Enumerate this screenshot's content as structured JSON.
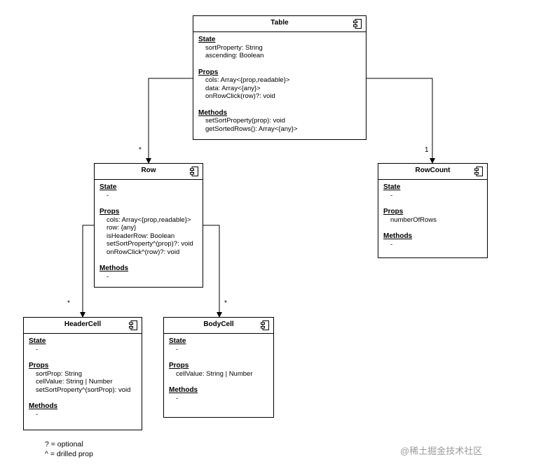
{
  "boxes": {
    "table": {
      "title": "Table",
      "state_title": "State",
      "state_items": [
        "sortProperty: String",
        "ascending: Boolean"
      ],
      "props_title": "Props",
      "props_items": [
        "cols: Array<{prop,readable}>",
        "data: Array<{any}>",
        "onRowClick(row)?: void"
      ],
      "methods_title": "Methods",
      "methods_items": [
        "setSortProperty(prop): void",
        "getSortedRows(): Array<{any}>"
      ]
    },
    "row": {
      "title": "Row",
      "state_title": "State",
      "state_items": [
        "-"
      ],
      "props_title": "Props",
      "props_items": [
        "cols: Array<{prop,readable}>",
        "row: {any}",
        "isHeaderRow: Boolean",
        "setSortProperty^(prop)?: void",
        "onRowClick^(row)?: void"
      ],
      "methods_title": "Methods",
      "methods_items": [
        "-"
      ]
    },
    "rowcount": {
      "title": "RowCount",
      "state_title": "State",
      "state_items": [
        "-"
      ],
      "props_title": "Props",
      "props_items": [
        "numberOfRows"
      ],
      "methods_title": "Methods",
      "methods_items": [
        "-"
      ]
    },
    "headercell": {
      "title": "HeaderCell",
      "state_title": "State",
      "state_items": [
        "-"
      ],
      "props_title": "Props",
      "props_items": [
        "sortProp: String",
        "cellValue: String | Number",
        "setSortProperty^(sortProp): void"
      ],
      "methods_title": "Methods",
      "methods_items": [
        "-"
      ]
    },
    "bodycell": {
      "title": "BodyCell",
      "state_title": "State",
      "state_items": [
        "-"
      ],
      "props_title": "Props",
      "props_items": [
        "cellValue: String | Number"
      ],
      "methods_title": "Methods",
      "methods_items": [
        "-"
      ]
    }
  },
  "multiplicities": {
    "table_row": "*",
    "table_rowcount": "1",
    "row_headercell": "*",
    "row_bodycell": "*"
  },
  "legend": [
    "?  =  optional",
    "^  =  drilled prop"
  ],
  "watermark": "@稀土掘金技术社区",
  "icon_name": "component-icon"
}
